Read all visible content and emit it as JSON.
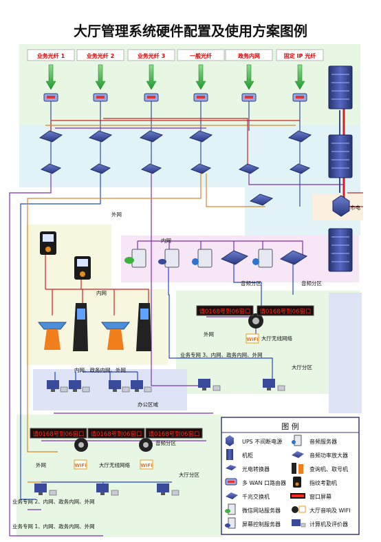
{
  "title": "大厅管理系统硬件配置及使用方案图例",
  "fiber_inputs": [
    "业务光纤 1",
    "业务光纤 2",
    "业务光纤 3",
    "一般光纤",
    "政务内网",
    "固定 IP 光纤"
  ],
  "labels": {
    "shidian": "市电",
    "waiwang_top": "外网",
    "neiwang_server": "内网",
    "neiwang_kiosk": "内网",
    "audio_zone_1": "音频分区",
    "audio_zone_2": "音频分区",
    "audio_zone_3": "音频分区",
    "waiwang_mid": "外网",
    "wifi_hall_top": "大厅无线网络",
    "line3": "业务专网 3、内网、政务内网、外网",
    "hall_zone_top": "大厅分区",
    "office_line": "内网、政务内网、外网",
    "office_zone": "办公区域",
    "waiwang_bottom": "外网",
    "wifi_hall_bottom": "大厅无线网络",
    "hall_zone_bottom": "大厅分区",
    "line2": "业务专网 2、内网、政务内网、外网",
    "line1": "业务专网 1、内网、政务内网、外网"
  },
  "led_text": "请0168号到06窗口",
  "wifi_text": "WiFi",
  "legend": {
    "title": "图  例",
    "items": [
      {
        "left": "UPS 不间断电源",
        "right": "音频服务器"
      },
      {
        "left": "机柜",
        "right": "音频功率放大器"
      },
      {
        "left": "光电转换器",
        "right": "查询机、取号机"
      },
      {
        "left": "多 WAN 口路由器",
        "right": "指纹考勤机"
      },
      {
        "left": "千兆交换机",
        "right": "窗口屏幕"
      },
      {
        "left": "微信网站服务器",
        "right": "大厅音响及 WIFI"
      },
      {
        "left": "屏幕控制服务器",
        "right": "计算机及评价器"
      }
    ]
  },
  "colors": {
    "bg_green": "#e7f7e3",
    "bg_cyan": "#e2f3f8",
    "bg_pink": "#f6e6f6",
    "bg_tan": "#fbf0e0",
    "bg_cream": "#f7f7df",
    "bg_lavender": "#dee4f5",
    "device_navy": "#3a4a9a",
    "led_red": "#ff2a1a",
    "fiber_label_red": "#d40000",
    "line_purple": "#7a2fb8",
    "line_blue": "#2246c9",
    "line_orange": "#d9862c",
    "line_red": "#cc2222"
  }
}
